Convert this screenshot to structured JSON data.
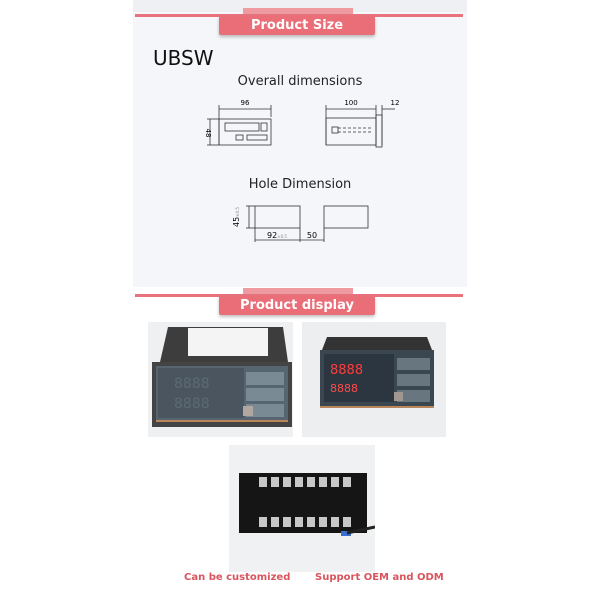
{
  "size_section": {
    "banner": "Product Size",
    "model": "UBSW",
    "overall_title": "Overall dimensions",
    "overall_dims": {
      "width": "96",
      "height": "48",
      "depth": "100",
      "bezel": "12"
    },
    "hole_title": "Hole Dimension",
    "hole_dims": {
      "height": "45",
      "height_tol": "±0.5",
      "width": "92",
      "width_tol": "±0.5",
      "spacing": "50"
    }
  },
  "display_section": {
    "banner": "Product display",
    "captions": [
      "Can be customized",
      "Support OEM and ODM"
    ]
  },
  "colors": {
    "accent": "#e96e78",
    "caption": "#d9545d",
    "led": "#ff3030"
  }
}
